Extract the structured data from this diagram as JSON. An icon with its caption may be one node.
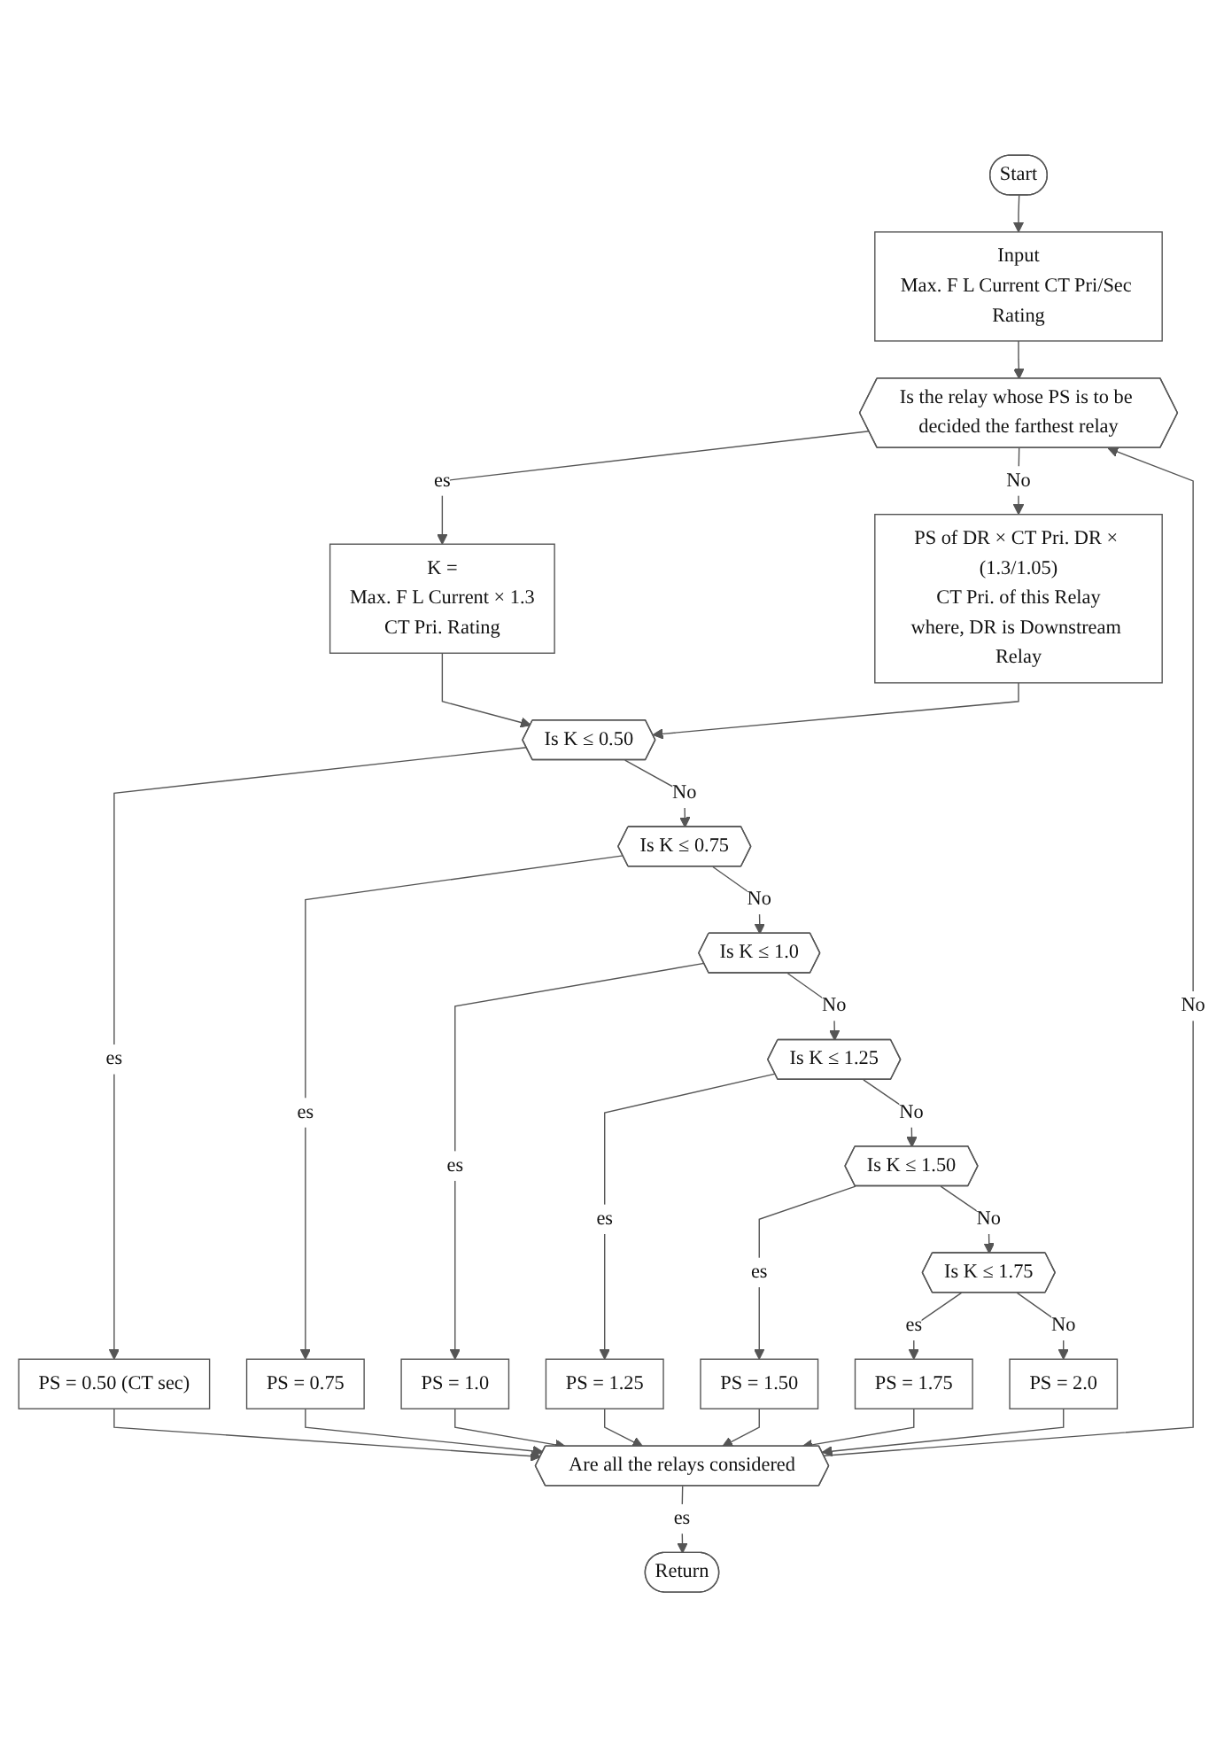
{
  "diagram": {
    "nodes": [
      {
        "text": [
          "Start"
        ]
      },
      {
        "text": [
          "Input",
          "Max. F L Current CT Pri/Sec Rating"
        ]
      },
      {
        "text": [
          "Is the relay whose PS is to be decided the farthest relay"
        ]
      },
      {
        "text": [
          "K =",
          "Max. F L Current × 1.3",
          "CT Pri. Rating"
        ]
      },
      {
        "text": [
          "PS of DR × CT Pri. DR × (1.3/1.05)",
          "CT Pri. of this Relay",
          "where, DR is Downstream Relay"
        ]
      },
      {
        "text": [
          "Is K ≤ 0.50"
        ]
      },
      {
        "text": [
          "PS = 0.50 (CT sec)"
        ]
      },
      {
        "text": [
          "Is K ≤ 0.75"
        ]
      },
      {
        "text": [
          "PS = 0.75"
        ]
      },
      {
        "text": [
          "Is K ≤ 1.0"
        ]
      },
      {
        "text": [
          "PS = 1.0"
        ]
      },
      {
        "text": [
          "Is K ≤ 1.25"
        ]
      },
      {
        "text": [
          "PS = 1.25"
        ]
      },
      {
        "text": [
          "Is K ≤ 1.50"
        ]
      },
      {
        "text": [
          "PS = 1.50"
        ]
      },
      {
        "text": [
          "Is K ≤ 1.75"
        ]
      },
      {
        "text": [
          "PS = 1.75"
        ]
      },
      {
        "text": [
          "PS = 2.0"
        ]
      },
      {
        "text": [
          "Are all the relays considered"
        ]
      },
      {
        "text": [
          "Return"
        ]
      }
    ],
    "edges": [
      {
        "from": 0,
        "to": 1,
        "arrow": "to"
      },
      {
        "from": 1,
        "to": 2,
        "arrow": "to"
      },
      {
        "from": 2,
        "to": 3,
        "arrow": "to",
        "label": "es"
      },
      {
        "from": 2,
        "to": 4,
        "arrow": "to",
        "label": "No"
      },
      {
        "from": 3,
        "to": 5,
        "arrow": "to"
      },
      {
        "from": 4,
        "to": 5,
        "arrow": "to"
      },
      {
        "from": 5,
        "to": 6,
        "arrow": "to",
        "label": "es"
      },
      {
        "from": 5,
        "to": 7,
        "arrow": "to",
        "label": "No"
      },
      {
        "from": 6,
        "to": 18,
        "arrow": "to"
      },
      {
        "from": 7,
        "to": 8,
        "arrow": "to",
        "label": "es"
      },
      {
        "from": 7,
        "to": 9,
        "arrow": "to",
        "label": "No"
      },
      {
        "from": 8,
        "to": 18,
        "arrow": "to"
      },
      {
        "from": 9,
        "to": 10,
        "arrow": "to",
        "label": "es"
      },
      {
        "from": 9,
        "to": 11,
        "arrow": "to",
        "label": "No"
      },
      {
        "from": 10,
        "to": 18,
        "arrow": "to"
      },
      {
        "from": 11,
        "to": 12,
        "arrow": "to",
        "label": "es"
      },
      {
        "from": 11,
        "to": 13,
        "arrow": "to",
        "label": "No"
      },
      {
        "from": 12,
        "to": 18,
        "arrow": "to"
      },
      {
        "from": 13,
        "to": 14,
        "arrow": "to",
        "label": "es"
      },
      {
        "from": 13,
        "to": 15,
        "arrow": "to",
        "label": "No"
      },
      {
        "from": 14,
        "to": 18,
        "arrow": "to"
      },
      {
        "from": 15,
        "to": 16,
        "arrow": "to",
        "label": "es"
      },
      {
        "from": 15,
        "to": 17,
        "arrow": "to",
        "label": "No"
      },
      {
        "from": 16,
        "to": 18,
        "arrow": "to"
      },
      {
        "from": 17,
        "to": 18,
        "arrow": "to"
      },
      {
        "from": 18,
        "to": 2,
        "arrow": "to",
        "label": "No"
      },
      {
        "from": 18,
        "to": 19,
        "arrow": "to",
        "label": "es"
      }
    ]
  }
}
